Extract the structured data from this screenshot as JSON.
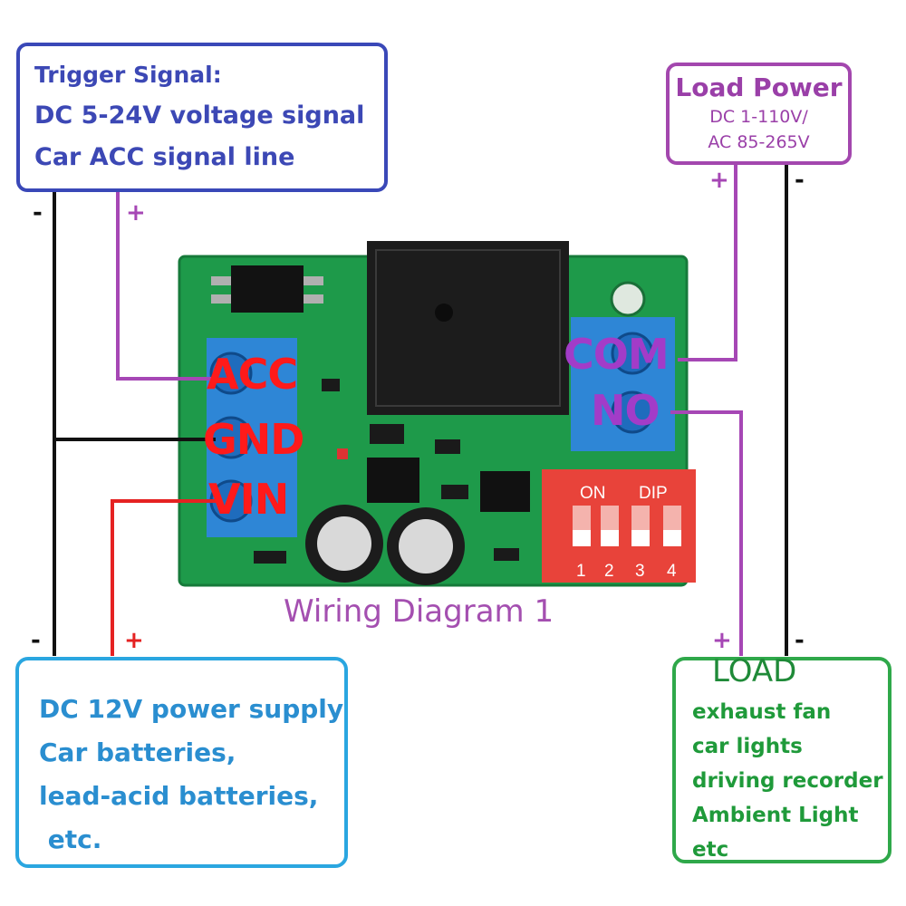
{
  "trigger_box": {
    "lines": [
      "Trigger Signal:",
      "DC 5-24V voltage signal",
      "Car ACC signal line"
    ]
  },
  "load_power_box": {
    "title": "Load Power",
    "lines": [
      "DC 1-110V/",
      "AC 85-265V"
    ]
  },
  "supply_box": {
    "lines": [
      "DC 12V power supply",
      "Car batteries,",
      "lead-acid batteries,",
      " etc."
    ]
  },
  "load_box": {
    "title": "LOAD",
    "items": [
      "exhaust fan",
      "car lights",
      "driving recorder",
      "Ambient Light",
      "etc"
    ]
  },
  "terminals": {
    "acc": "ACC",
    "gnd": "GND",
    "vin": "VIN",
    "com": "COM",
    "no": "NO"
  },
  "signs": {
    "plus": "+",
    "minus": "-"
  },
  "board_labels": {
    "dip": "DIP",
    "on": "ON",
    "switch_numbers": [
      "1",
      "2",
      "3",
      "4"
    ]
  },
  "caption": "Wiring Diagram 1",
  "colors": {
    "trigger_border": "#3a48b8",
    "power_border": "#a347ae",
    "supply_border": "#2aa6e0",
    "load_border": "#2fa84a",
    "pcb": "#1e9a4a",
    "terminal": "#2e86d6",
    "dip_switch": "#e8433a",
    "pin_label": "#ff1a1a",
    "com_no_label": "#a23cc8"
  }
}
